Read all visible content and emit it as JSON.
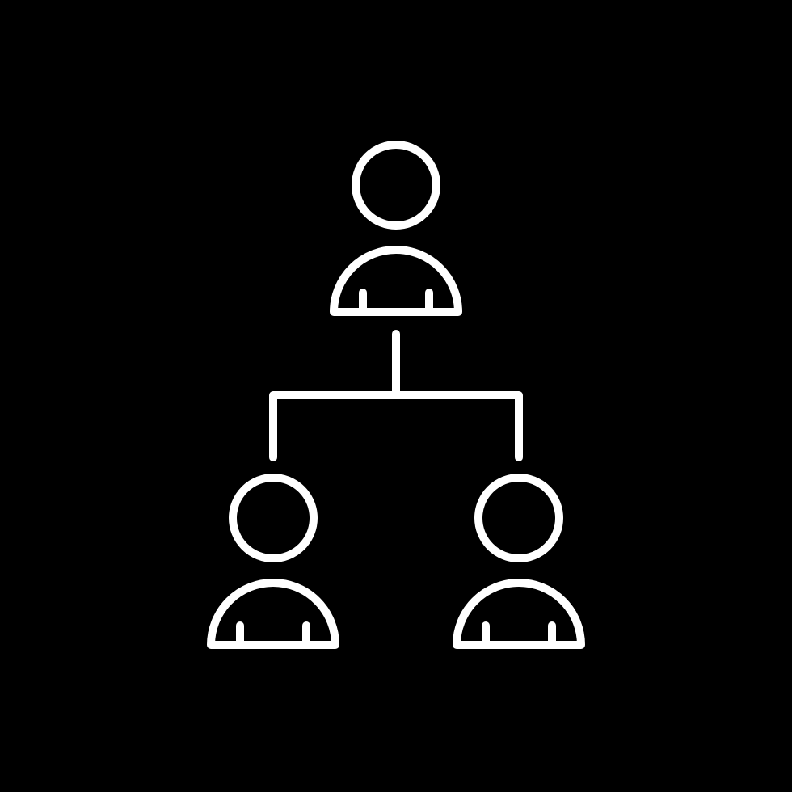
{
  "colors": {
    "background": "#000000",
    "stroke": "#ffffff"
  },
  "icon": {
    "name": "organization-hierarchy-icon",
    "people": [
      "top-person",
      "bottom-left-person",
      "bottom-right-person"
    ]
  }
}
